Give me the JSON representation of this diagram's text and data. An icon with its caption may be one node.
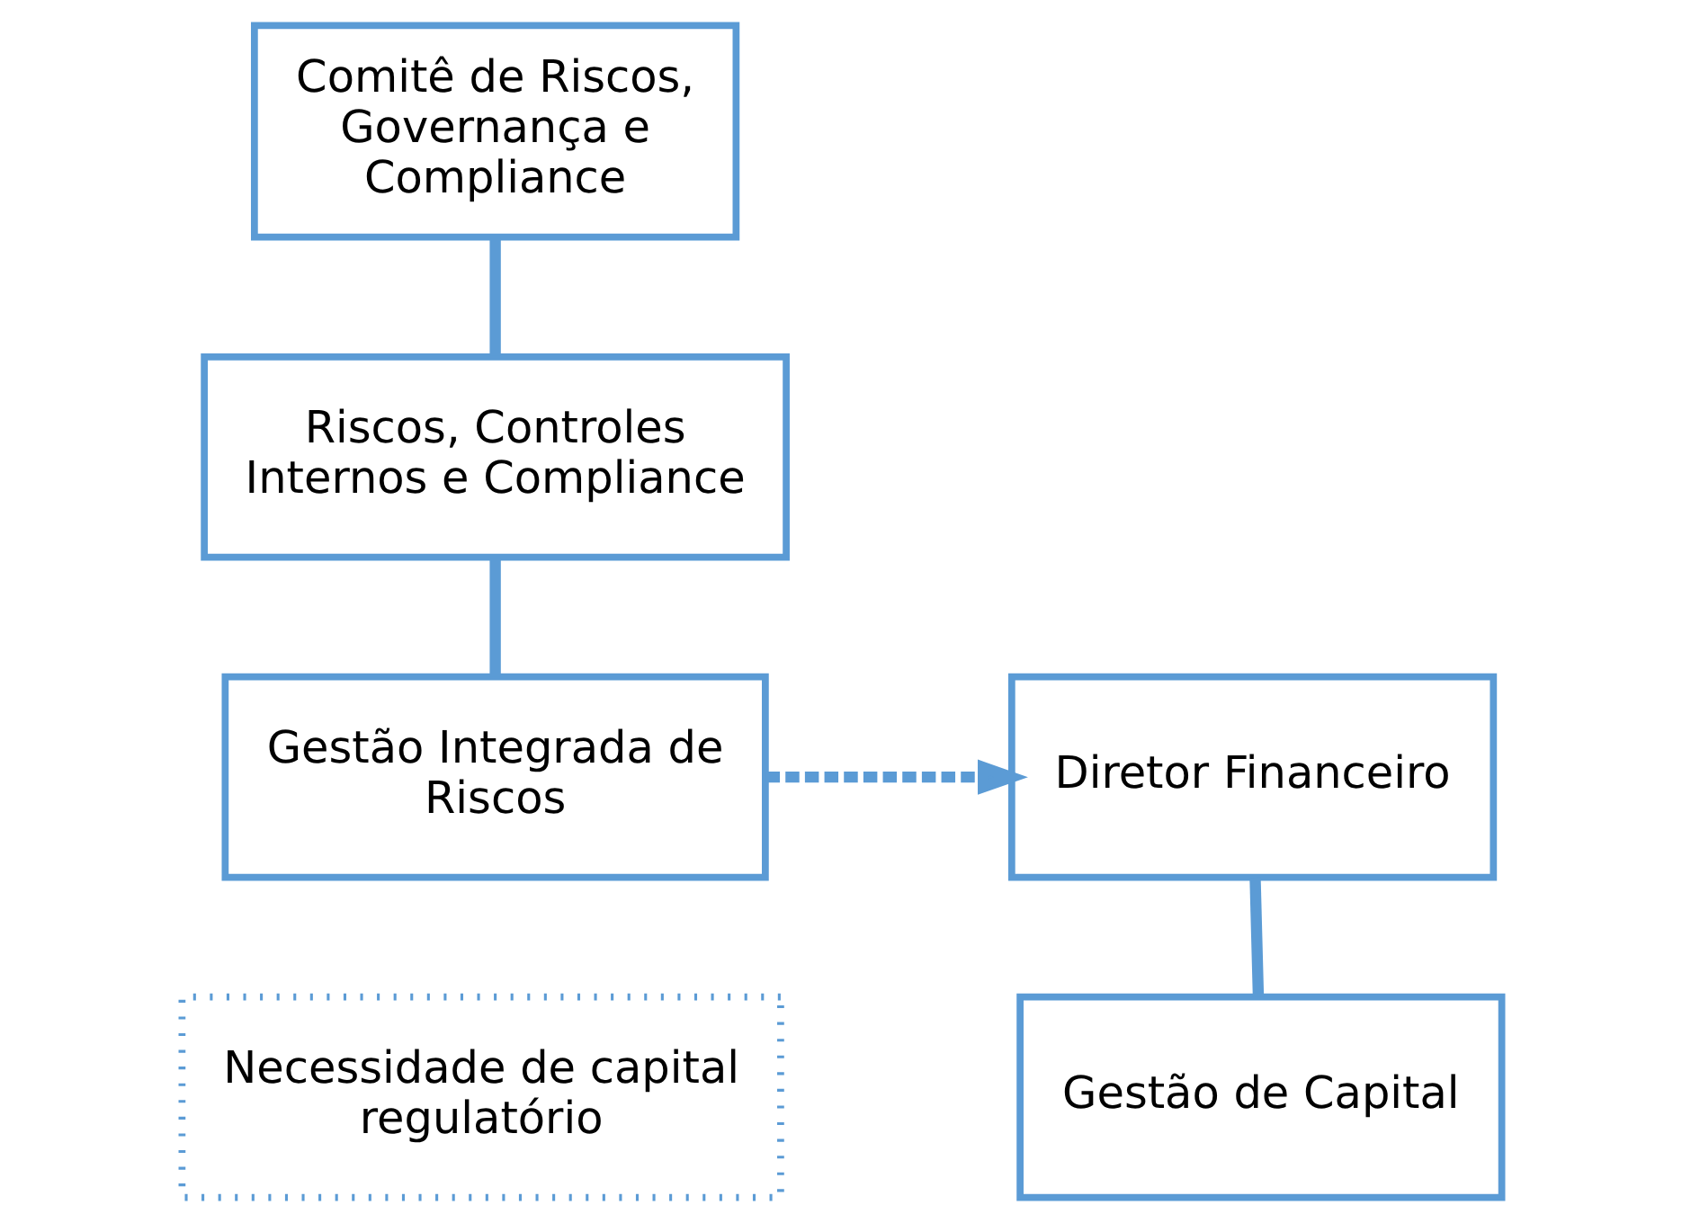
{
  "diagram": {
    "nodes": [
      {
        "text": [
          "Comitê de Riscos, Governança e Compliance"
        ]
      },
      {
        "text": [
          "Riscos, Controles Internos e Compliance"
        ]
      },
      {
        "text": [
          "Gestão Integrada de Riscos"
        ]
      },
      {
        "text": [
          "Diretor Financeiro"
        ]
      },
      {
        "text": [
          "Gestão de Capital"
        ]
      },
      {
        "text": [
          "Necessidade de capital regulatório"
        ]
      }
    ],
    "edges": [
      {
        "from": 0,
        "to": 1,
        "arrow": "none"
      },
      {
        "from": 1,
        "to": 2,
        "arrow": "none"
      },
      {
        "from": 2,
        "to": 3,
        "arrow": "to",
        "style": "dashed"
      },
      {
        "from": 3,
        "to": 4,
        "arrow": "none"
      }
    ]
  }
}
